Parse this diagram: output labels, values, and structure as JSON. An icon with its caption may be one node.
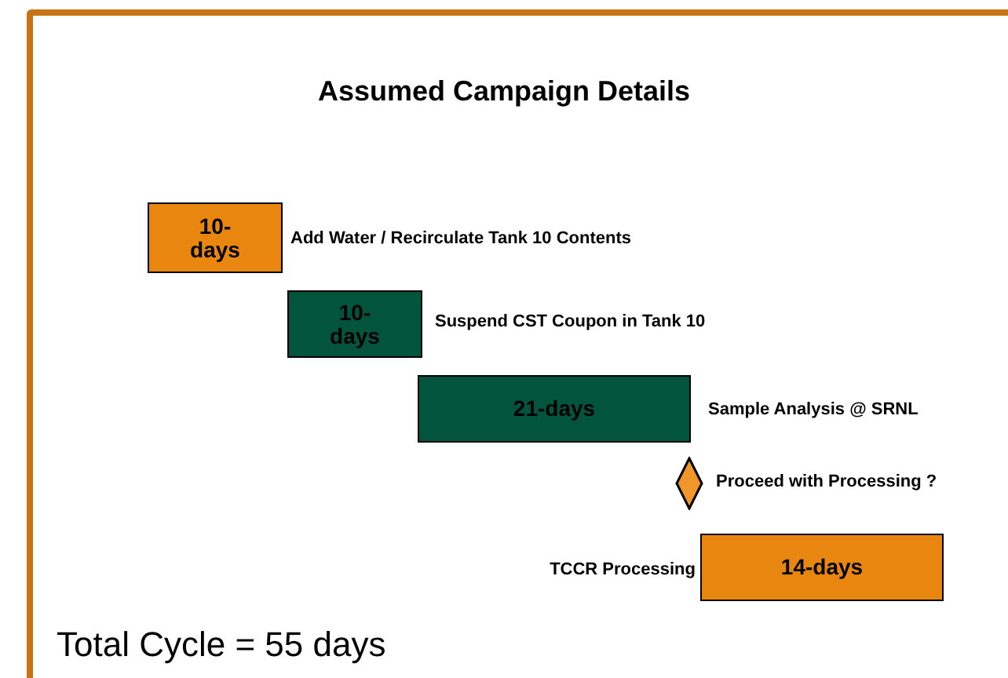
{
  "diagram": {
    "title": "Assumed Campaign Details",
    "caption": "Total Cycle = 55 days",
    "nodes": [
      {
        "text": [
          "10-days"
        ],
        "beside": [
          "Add Water / Recirculate Tank 10 Contents"
        ]
      },
      {
        "text": [
          "10-days"
        ],
        "beside": [
          "Suspend CST Coupon in Tank 10"
        ]
      },
      {
        "text": [
          "21-days"
        ],
        "beside": [
          "Sample Analysis @ SRNL"
        ]
      },
      {
        "text": [],
        "shape": "diamond",
        "beside": [
          "Proceed with Processing ?"
        ]
      },
      {
        "text": [
          "14-days"
        ],
        "beside": [
          "TCCR Processing"
        ]
      }
    ],
    "edges": []
  }
}
